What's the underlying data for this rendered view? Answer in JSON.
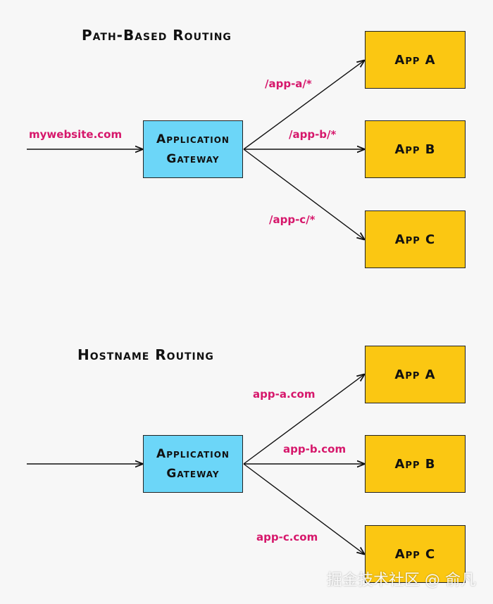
{
  "path_section": {
    "title": "Path-Based Routing",
    "gateway": {
      "line1": "Application",
      "line2": "Gateway"
    },
    "incoming_label": "mywebsite.com",
    "routes": [
      {
        "label": "/app-a/*",
        "app": "App A"
      },
      {
        "label": "/app-b/*",
        "app": "App B"
      },
      {
        "label": "/app-c/*",
        "app": "App C"
      }
    ]
  },
  "host_section": {
    "title": "Hostname Routing",
    "gateway": {
      "line1": "Application",
      "line2": "Gateway"
    },
    "routes": [
      {
        "label": "app-a.com",
        "app": "App A"
      },
      {
        "label": "app-b.com",
        "app": "App B"
      },
      {
        "label": "app-c.com",
        "app": "App C"
      }
    ]
  },
  "watermark": "掘金技术社区 @ 俞凡",
  "colors": {
    "gateway_fill": "#6cd6f8",
    "app_fill": "#fbc712",
    "label_text": "#d6176b",
    "line": "#111111"
  }
}
